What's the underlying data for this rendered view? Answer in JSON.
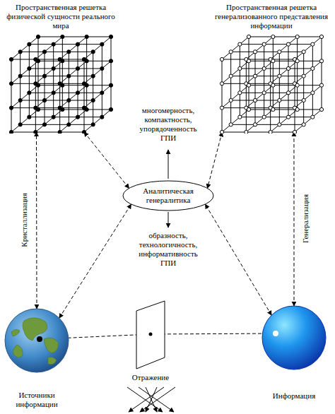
{
  "diagram": {
    "nodes": [
      {
        "text": [
          "Пространственная решетка физической сущности реального мира"
        ]
      },
      {
        "text": [
          "Пространственная решетка генерализованного представления информации"
        ]
      },
      {
        "text": [
          "Аналитическая генералитика"
        ]
      },
      {
        "text": [
          "Источники информации"
        ]
      },
      {
        "text": [
          "Отражение"
        ]
      },
      {
        "text": [
          "Информация"
        ]
      }
    ],
    "edges": [
      {
        "from": 0,
        "to": 2,
        "arrow": "both"
      },
      {
        "from": 1,
        "to": 2,
        "arrow": "both"
      },
      {
        "from": 3,
        "to": 2,
        "arrow": "both"
      },
      {
        "from": 5,
        "to": 2,
        "arrow": "both"
      },
      {
        "from": 3,
        "to": 0,
        "label": "Кристаллизация",
        "arrow": "both"
      },
      {
        "from": 5,
        "to": 1,
        "label": "Генерализация",
        "arrow": "both"
      },
      {
        "from": 3,
        "to": 4,
        "arrow": "none"
      },
      {
        "from": 4,
        "to": 5,
        "arrow": "none"
      }
    ],
    "labels": [
      "многомерность, компактность, упорядоченность ГПИ",
      "образность, технологичность, информативность ГПИ"
    ]
  }
}
